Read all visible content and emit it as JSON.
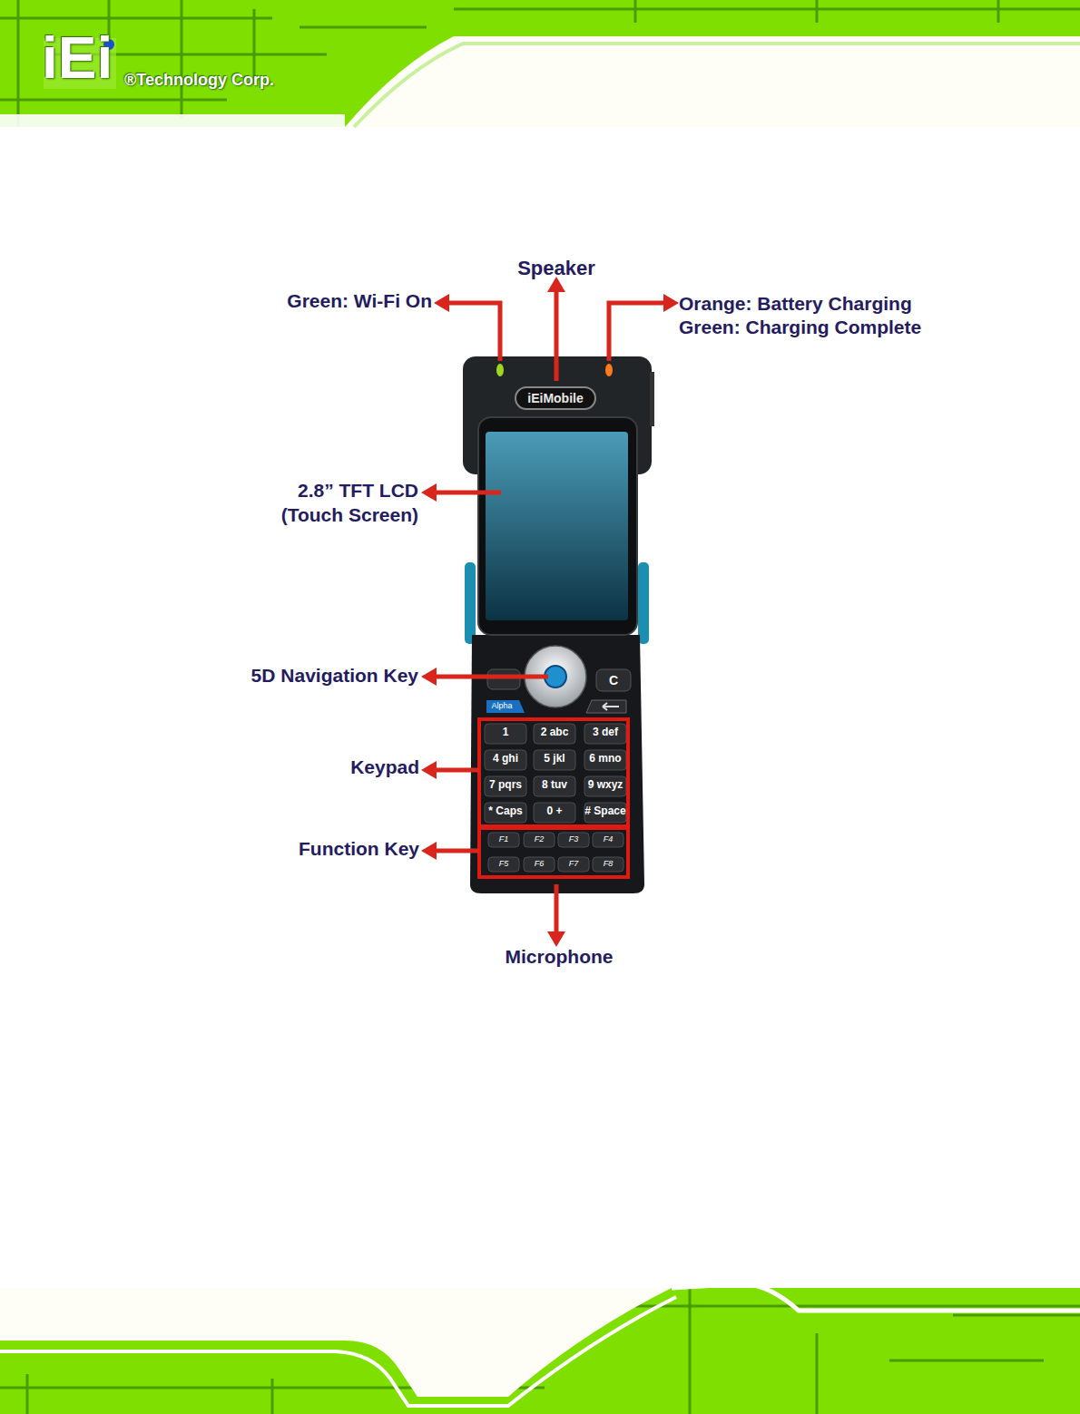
{
  "diagram": {
    "labels": [
      "iEi",
      "®Technology Corp.",
      "Speaker",
      "Green: Wi-Fi On",
      "Orange: Battery Charging",
      "Green: Charging Complete",
      "iEiMobile",
      "2.8” TFT LCD",
      "(Touch Screen)",
      "5D Navigation Key",
      "C",
      "Alpha",
      "Keypad",
      "1",
      "2 abc",
      "3 def",
      "4 ghi",
      "5 jkl",
      "6 mno",
      "7 pqrs",
      "8 tuv",
      "9 wxyz",
      "* Caps",
      "0 +",
      "# Space",
      "F1",
      "F2",
      "F3",
      "F4",
      "F5",
      "F6",
      "F7",
      "F8",
      "Function Key",
      "Microphone"
    ]
  }
}
